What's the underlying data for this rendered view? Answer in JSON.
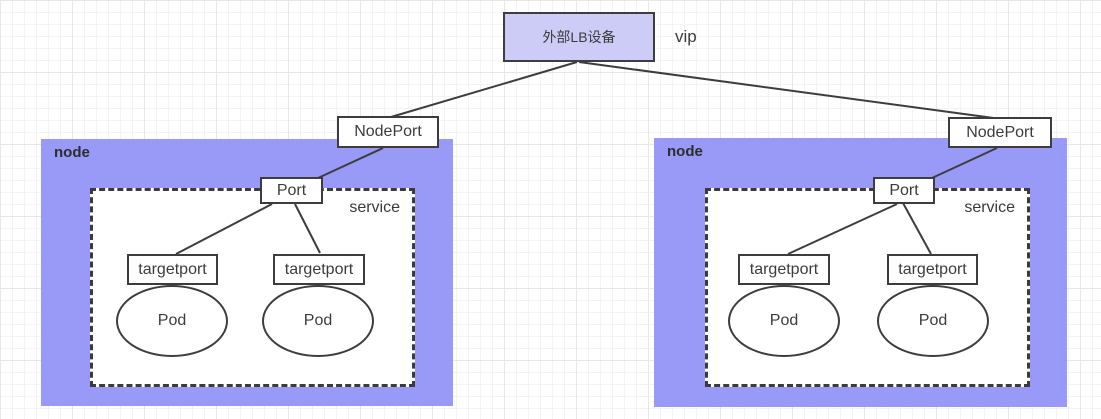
{
  "labels": {
    "lb": "外部LB设备",
    "vip": "vip",
    "nodeport": "NodePort",
    "node": "node",
    "service": "service",
    "port": "Port",
    "targetport": "targetport",
    "pod": "Pod"
  },
  "colors": {
    "node_fill": "#9999f7",
    "lb_fill": "#cdccf6",
    "stroke": "#3d3d3d",
    "grid_minor": "#f3f3f3",
    "grid_major": "#e7e7e7",
    "background": "#ffffff"
  }
}
